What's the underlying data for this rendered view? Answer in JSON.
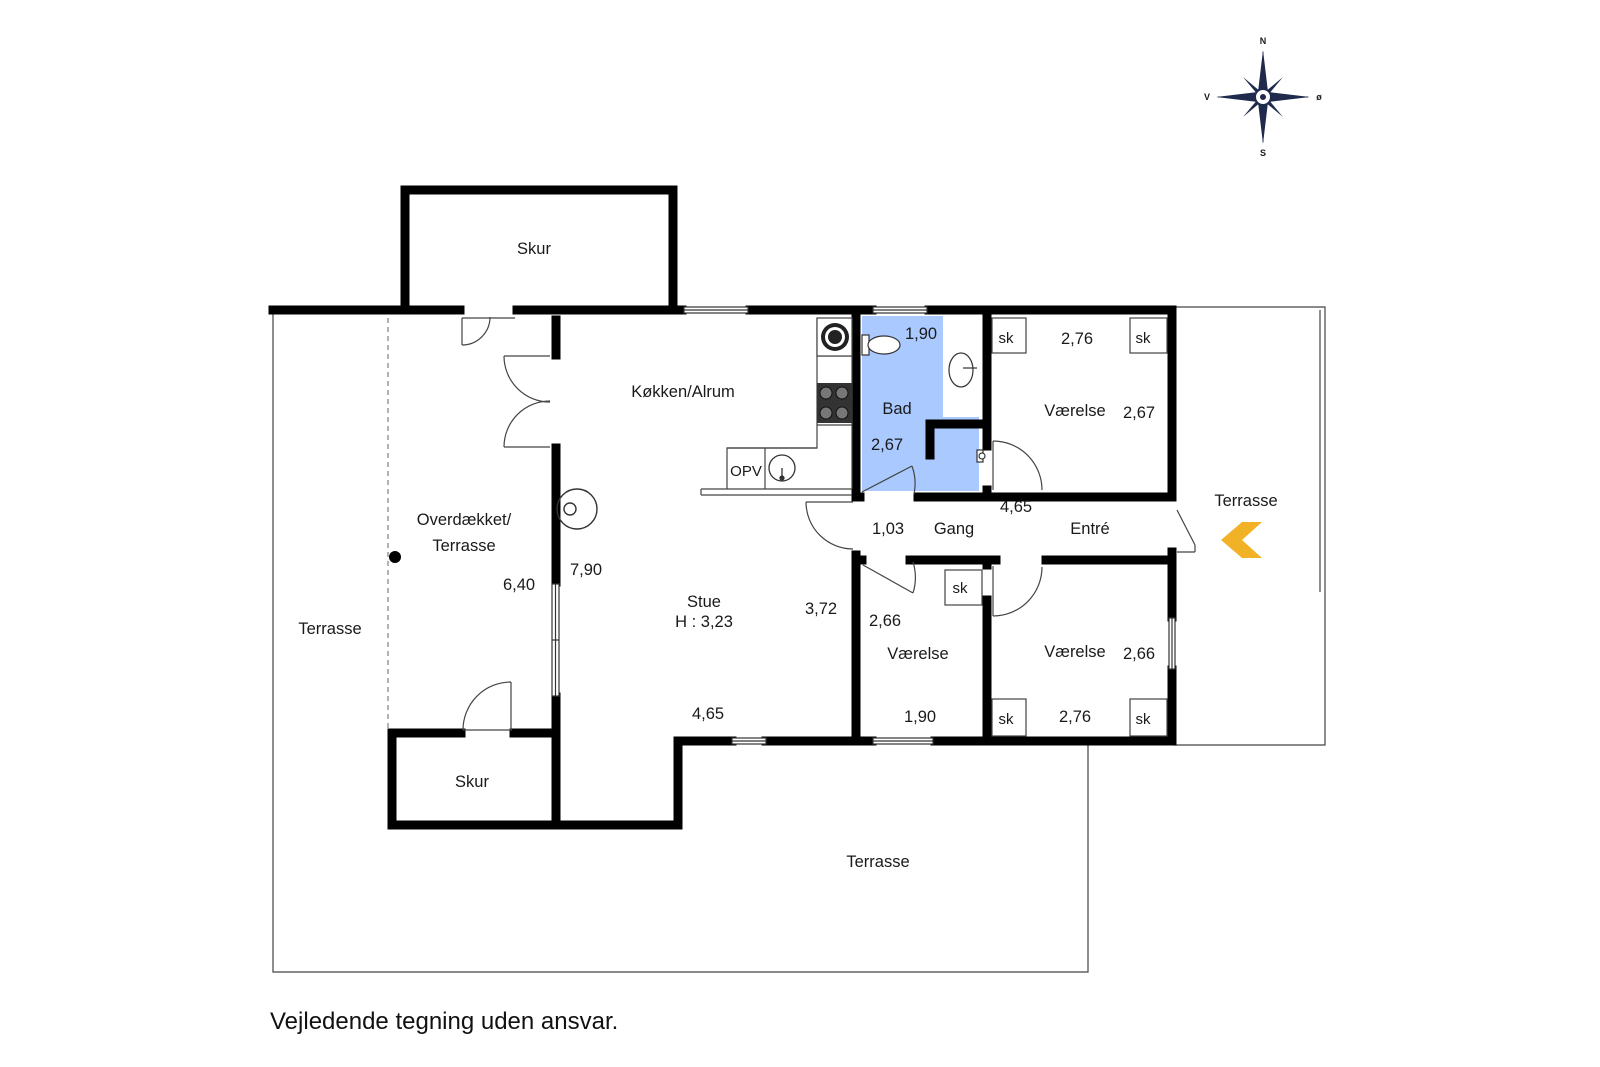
{
  "compass": {
    "north": "N",
    "east": "ø",
    "south": "S",
    "west": "V"
  },
  "rooms": {
    "skur_top": "Skur",
    "skur_bottom": "Skur",
    "kitchen": "Køkken/Alrum",
    "bath": "Bad",
    "bedroom_ne": "Værelse",
    "bedroom_se": "Værelse",
    "bedroom_s": "Værelse",
    "covered_terrace_1": "Overdækket/",
    "covered_terrace_2": "Terrasse",
    "living": "Stue",
    "living_height": "H : 3,23",
    "hall": "Gang",
    "entry": "Entré",
    "terrace_west": "Terrasse",
    "terrace_east": "Terrasse",
    "terrace_south": "Terrasse"
  },
  "fixtures": {
    "opv": "OPV",
    "sk": "sk"
  },
  "dimensions": {
    "bath_width": "1,90",
    "bath_length": "2,67",
    "bed_ne_width": "2,76",
    "bed_ne_length": "2,67",
    "covered_length": "6,40",
    "living_length": "7,90",
    "living_width": "4,65",
    "living_side": "3,72",
    "hall_width": "1,03",
    "hall_length": "4,65",
    "bed_s_length": "2,66",
    "bed_s_width": "1,90",
    "bed_se_length": "2,66",
    "bed_se_width": "2,76"
  },
  "colors": {
    "bath_fill": "#a9c9ff",
    "wall": "#000000",
    "entry_arrow": "#f2b227",
    "compass": "#1f2a4d"
  },
  "disclaimer": "Vejledende tegning uden ansvar."
}
